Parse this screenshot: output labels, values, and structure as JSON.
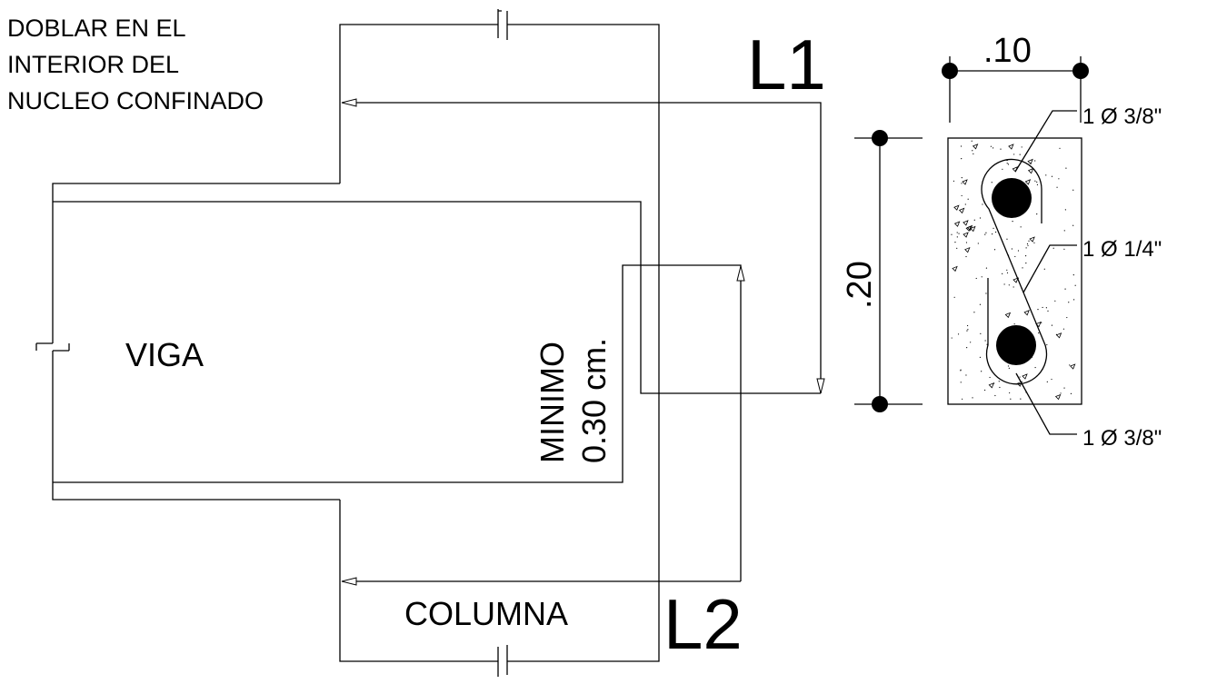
{
  "note": [
    "DOBLAR EN EL",
    "INTERIOR DEL",
    "NUCLEO CONFINADO"
  ],
  "labels": {
    "beam": "VIGA",
    "column": "COLUMNA",
    "min_line1": "MINIMO",
    "min_line2": "0.30 cm.",
    "l1": "L1",
    "l2": "L2"
  },
  "section": {
    "width_dim": ".10",
    "height_dim": ".20",
    "top_bar": "1 Ø 3/8\"",
    "stirrup": "1 Ø 1/4\"",
    "bottom_bar": "1 Ø 3/8\""
  }
}
